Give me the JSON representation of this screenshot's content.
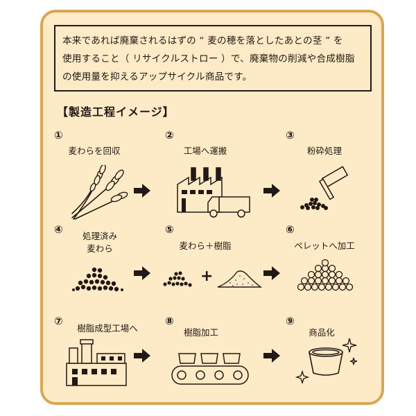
{
  "intro": {
    "lines": [
      "本来であれば廃棄されるはずの “ 麦の穂を落としたあとの茎 ” を",
      "使用すること（ リサイクルストロー ）で、廃棄物の削減や合成樹脂",
      "の使用量を抑えるアップサイクル商品です。"
    ]
  },
  "section_title": "【製造工程イメージ】",
  "steps": [
    {
      "num": "①",
      "label": "麦わらを回収"
    },
    {
      "num": "②",
      "label": "工場へ運搬"
    },
    {
      "num": "③",
      "label": "粉砕処理"
    },
    {
      "num": "④",
      "label_line1": "処理済み",
      "label_line2": "麦わら"
    },
    {
      "num": "⑤",
      "label": "麦わら＋樹脂"
    },
    {
      "num": "⑥",
      "label": "ペレットへ加工"
    },
    {
      "num": "⑦",
      "label": "樹脂成型工場へ"
    },
    {
      "num": "⑧",
      "label": "樹脂加工"
    },
    {
      "num": "⑨",
      "label": "商品化"
    }
  ],
  "plus_sign": "+",
  "colors": {
    "background": "#fcebc6",
    "border": "#d9a654",
    "ink": "#231815"
  }
}
